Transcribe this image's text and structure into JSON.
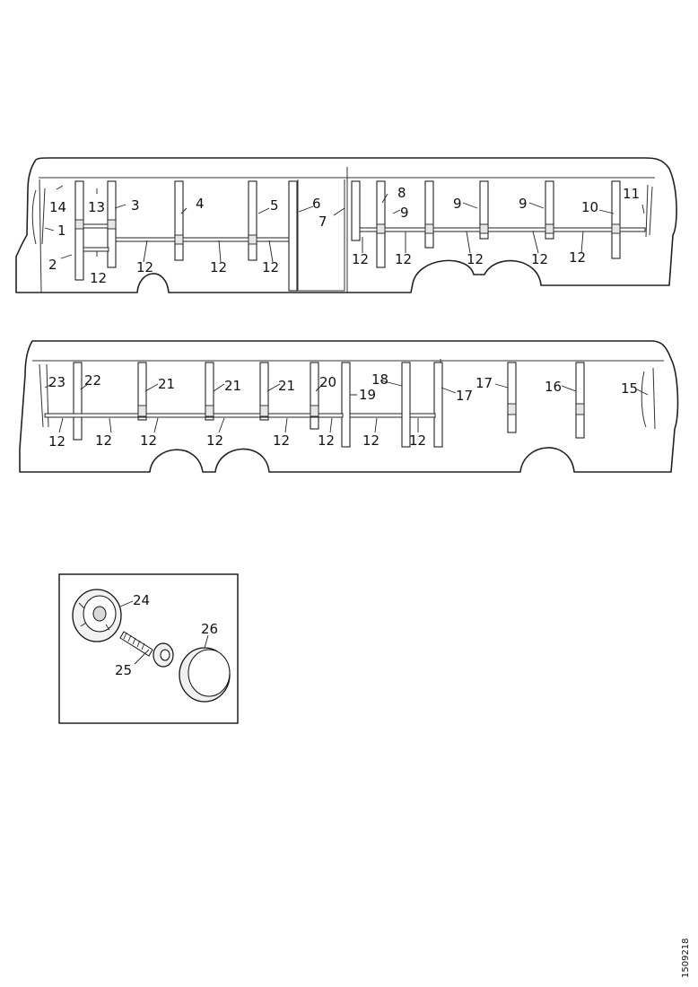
{
  "upper_view": {
    "labels": [
      "14",
      "1",
      "2",
      "13",
      "12",
      "3",
      "12",
      "4",
      "12",
      "5",
      "12",
      "6",
      "7",
      "12",
      "8",
      "9",
      "12",
      "9",
      "12",
      "9",
      "12",
      "10",
      "12",
      "11"
    ]
  },
  "lower_view": {
    "labels": [
      "23",
      "12",
      "22",
      "12",
      "21",
      "12",
      "21",
      "12",
      "21",
      "12",
      "20",
      "12",
      "19",
      "18",
      "12",
      "12",
      "17",
      "17",
      "16",
      "15"
    ]
  },
  "detail_inset": {
    "labels": [
      "24",
      "25",
      "26"
    ]
  },
  "drawing_ref": "1509218"
}
